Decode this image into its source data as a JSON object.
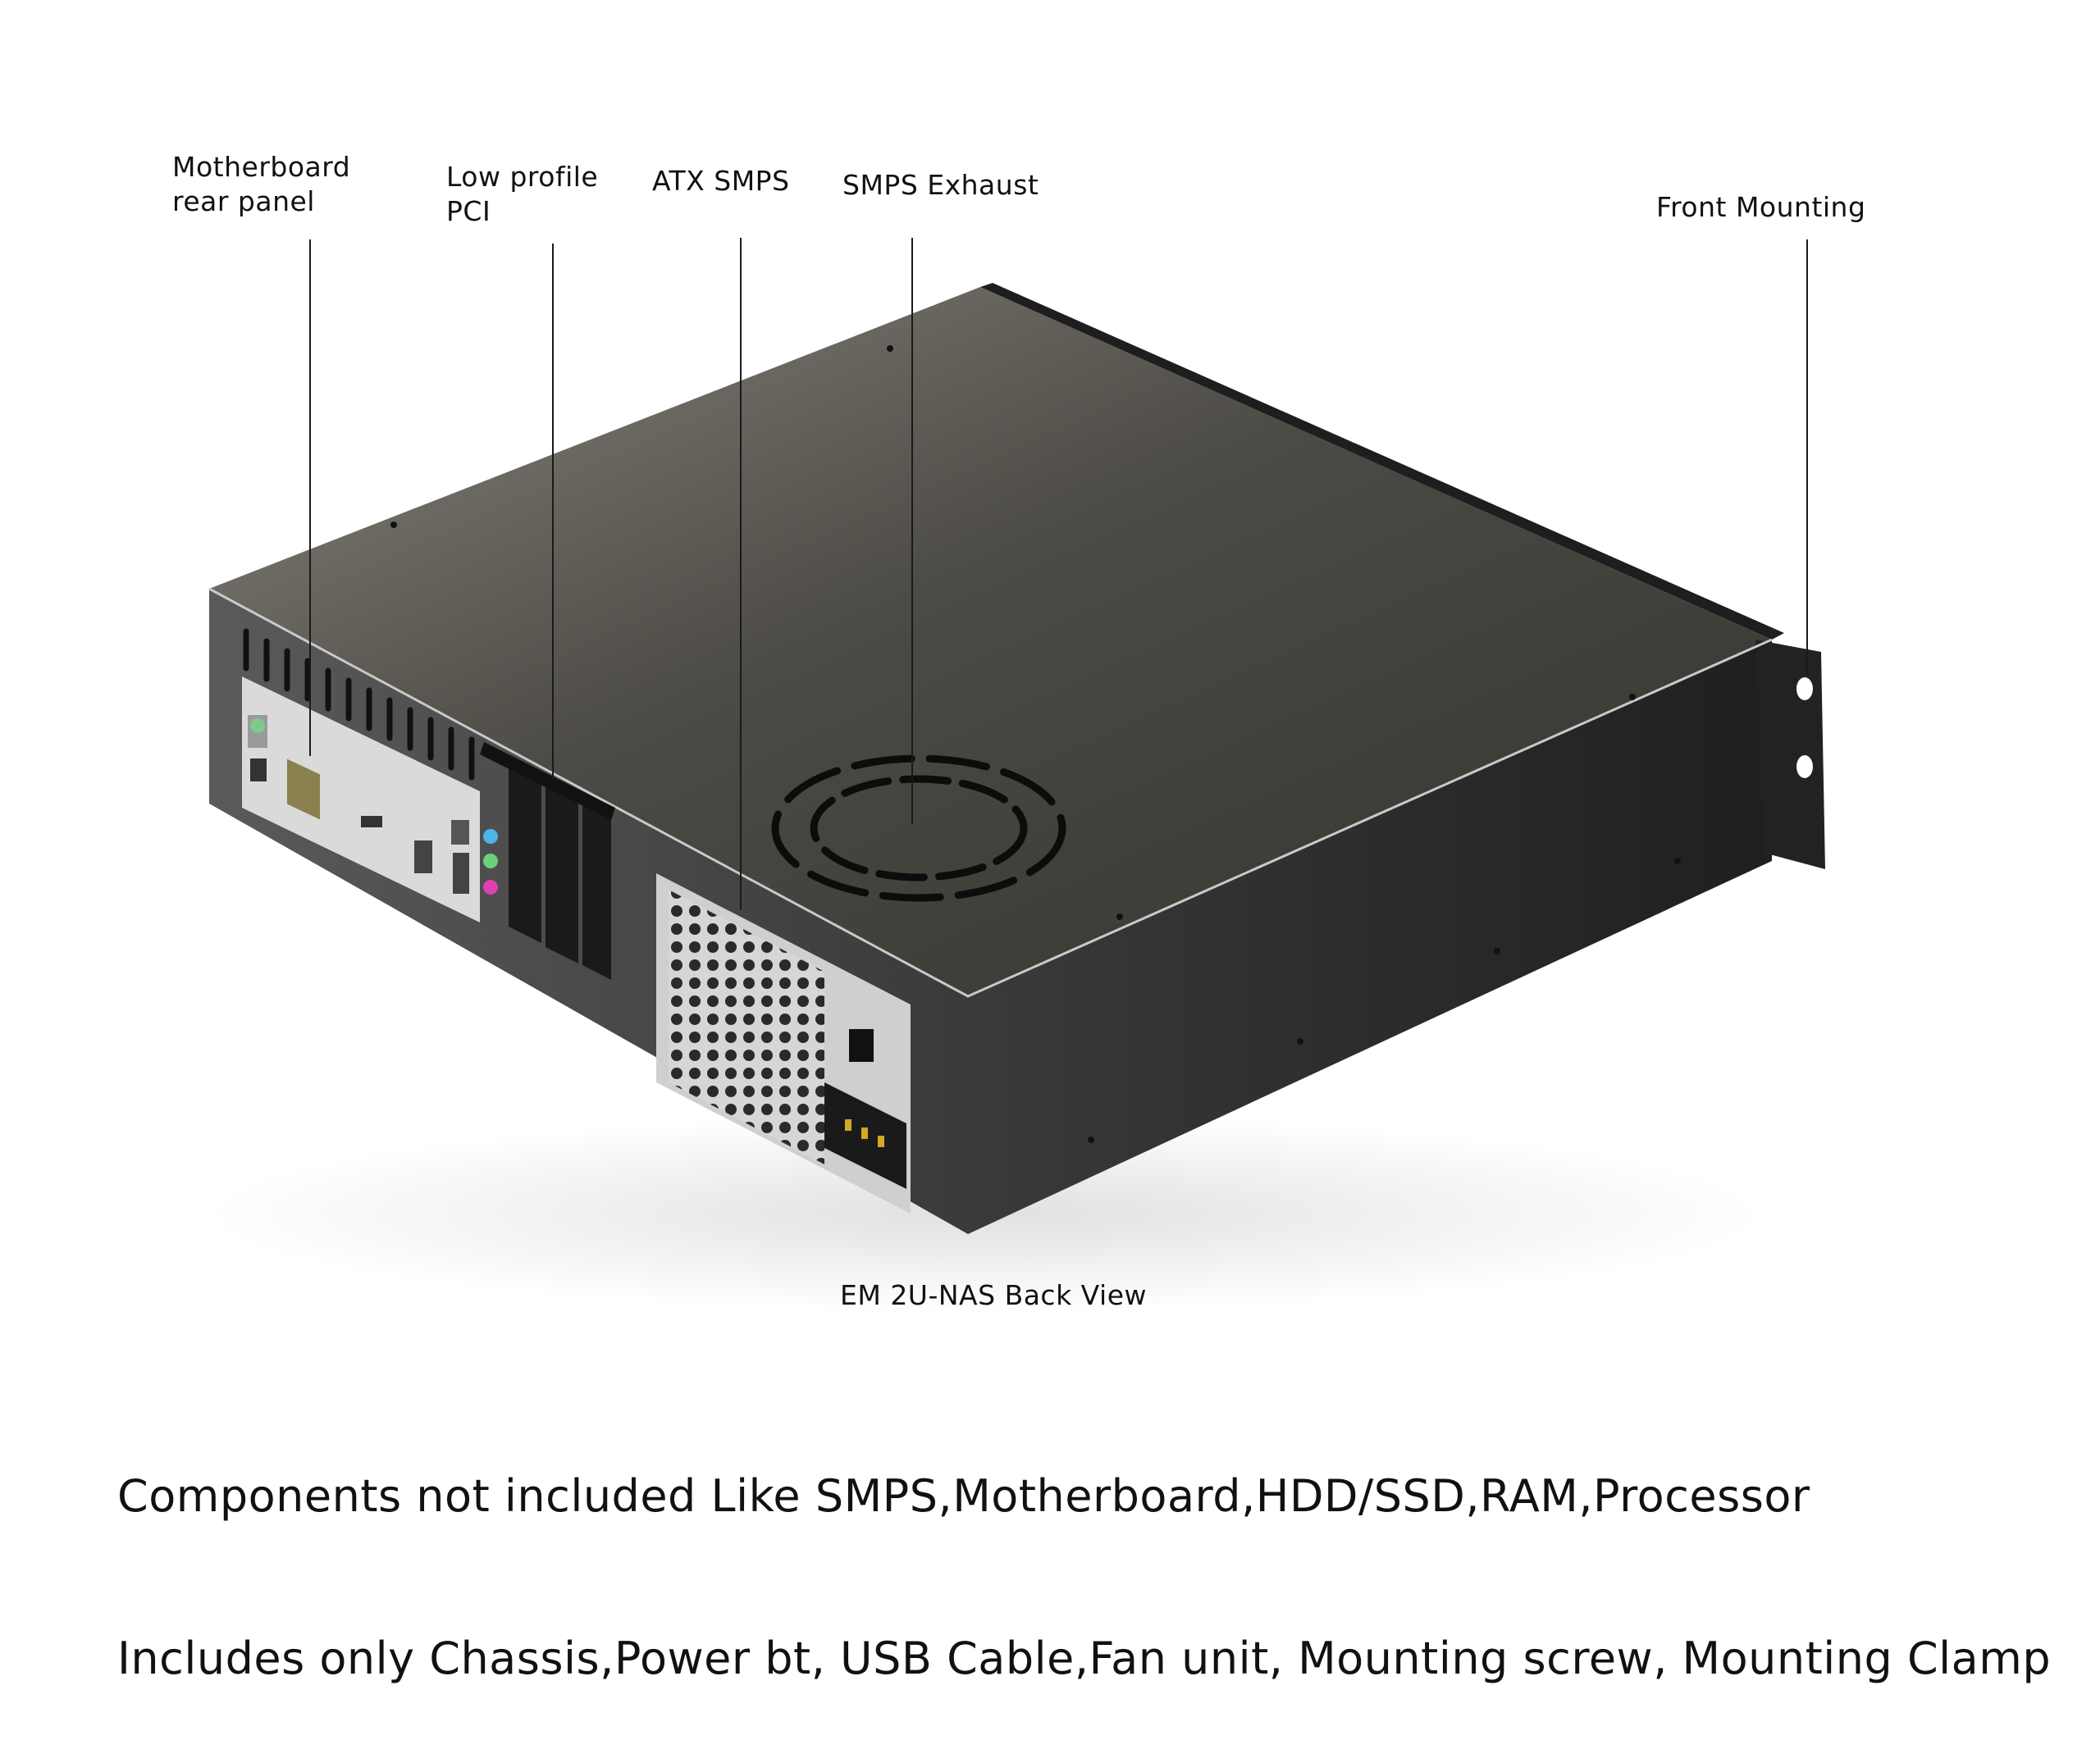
{
  "callouts": {
    "motherboard_panel": "Motherboard\nrear panel",
    "low_profile_pci": "Low profile\nPCI",
    "atx_smps": "ATX SMPS",
    "smps_exhaust": "SMPS Exhaust",
    "front_mounting": "Front Mounting"
  },
  "caption": "EM 2U-NAS Back View",
  "notes": {
    "line1": "Components not included Like SMPS,Motherboard,HDD/SSD,RAM,Processor",
    "line2": "Includes only Chassis,Power bt, USB Cable,Fan unit, Mounting screw, Mounting Clamp"
  },
  "colors": {
    "chassis_top": "#47453f",
    "chassis_side": "#2b2b2b",
    "io_plate": "#d8d8d8",
    "psu_plate": "#cfcfcf",
    "audio_blue": "#4fb3e8",
    "audio_green": "#6fd07a",
    "audio_pink": "#e040b0"
  }
}
